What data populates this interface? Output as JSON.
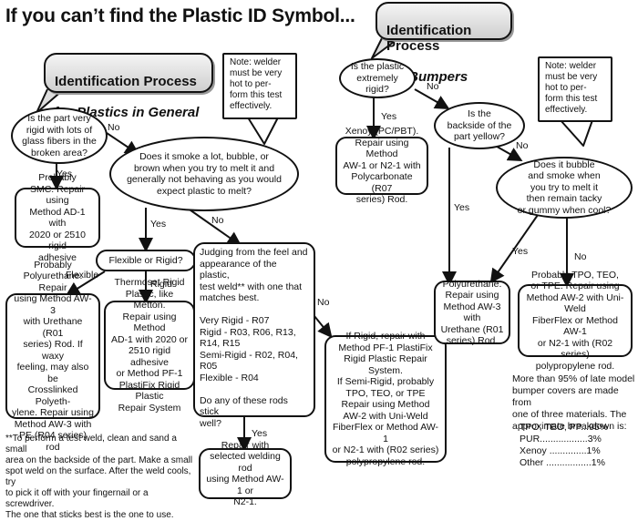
{
  "title": "If you can’t find the Plastic ID Symbol...",
  "left": {
    "heading_line1": "Identification Process",
    "heading_line2_prefix": "for ",
    "heading_line2_em": "Plastics in General",
    "note": "Note: welder\nmust be very\nhot to per-\nform this test\neffectively.",
    "q_rigid": "Is the part very\nrigid with lots of\nglass fibers in the\nbroken area?",
    "q_smoke": "Does it smoke a lot, bubble, or\nbrown when you try to melt it and\ngenerally not behaving as you would\nexpect plastic to melt?",
    "smc": "Probably\nSMC. Repair using\nMethod AD-1 with\n2020 or 2510 rigid\nadhesive",
    "flex_or_rigid": "Flexible or Rigid?",
    "poly": "Probably\nPolyurethane. Repair\nusing Method AW-3\nwith Urethane (R01\nseries) Rod.  If waxy\nfeeling, may also be\nCrosslinked Polyeth-\nylene.  Repair using\nMethod AW-3 with\nPE (R04 series) rod",
    "thermoset": "Thermoset Rigid\nPlastic, like Metton.\nRepair using Method\nAD-1 with 2020 or\n2510 rigid adhesive\nor Method PF-1\nPlastiFix Rigid Plastic\nRepair System",
    "judging": "Judging from the feel and\nappearance of the plastic,\ntest weld** with one that\nmatches best.\n\nVery Rigid - R07\nRigid - R03, R06, R13,\nR14, R15\nSemi-Rigid - R02, R04, R05\nFlexible - R04\n\nDo any of these rods stick\nwell?",
    "if_rigid": "If Rigid, repair with\nMethod PF-1 PlastiFix\nRigid Plastic Repair\nSystem.\nIf Semi-Rigid, probably\nTPO, TEO, or TPE\nRepair using Method\nAW-2 with Uni-Weld\nFiberFlex or Method AW-1\nor N2-1 with (R02 series)\npolypropylene rod.",
    "repair_with": "Repair with\nselected welding rod\nusing Method AW-1 or\nN2-1.",
    "footnote": "**To perform a test weld, clean and sand a small\narea on the backside of the part. Make a small\nspot weld on the surface. After the weld cools, try\nto pick it off with your fingernail or a screwdriver.\nThe one that sticks best is the one to use."
  },
  "right": {
    "heading_line1": "Identification Process",
    "heading_line2_prefix": "for ",
    "heading_line2_em": "Bumpers",
    "note": "Note: welder\nmust be very\nhot to per-\nform this test\neffectively.",
    "q_extreme": "Is the plastic\nextremely rigid?",
    "q_yellow": "Is the\nbackside of the\npart yellow?",
    "q_bubble": "Does it bubble\nand smoke when\nyou try to melt it\nthen remain tacky\nor gummy when cool?",
    "xenoy": "Xenoy (PC/PBT).\nRepair using Method\nAW-1 or N2-1 with\nPolycarbonate (R07\nseries) Rod.",
    "polyurethane": "Polyurethane.\nRepair using\nMethod AW-3 with\nUrethane (R01\nseries) Rod.",
    "tpo": "Probably TPO, TEO,\nor TPE.  Repair using\nMethod AW-2 with Uni-Weld\nFiberFlex or Method AW-1\nor N2-1 with (R02 series)\npolypropylene rod.",
    "breakdown_intro": "More than 95% of late model\nbumper covers are made from\none of three materials. The\napproximate breakdown is:",
    "breakdown": [
      {
        "label": "TPO, TEO, PP...",
        "value": "95%"
      },
      {
        "label": "PUR..................",
        "value": "3%"
      },
      {
        "label": "Xenoy ..............",
        "value": "1%"
      },
      {
        "label": "Other .................",
        "value": "1%"
      }
    ]
  },
  "labels": {
    "yes": "Yes",
    "no": "No",
    "flexible": "Flexible",
    "rigid": "Rigid"
  }
}
